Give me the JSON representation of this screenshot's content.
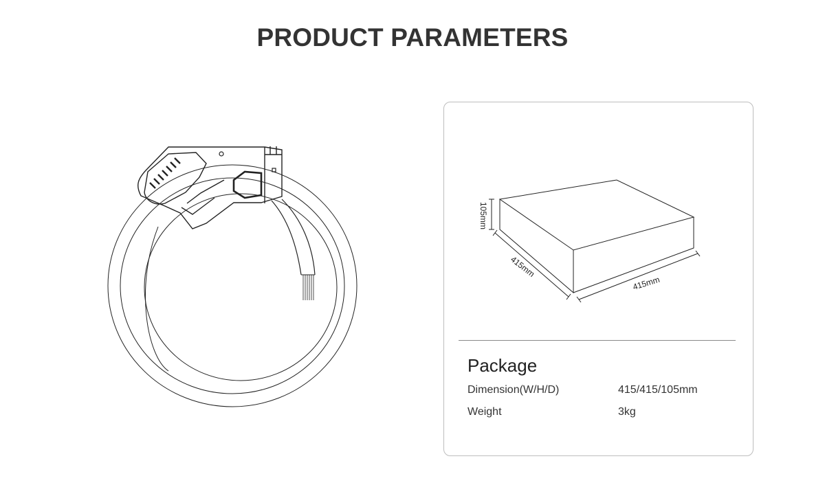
{
  "page": {
    "title": "PRODUCT PARAMETERS"
  },
  "package": {
    "heading": "Package",
    "specs": [
      {
        "label": "Dimension(W/H/D)",
        "value": "415/415/105mm"
      },
      {
        "label": "Weight",
        "value": "3kg"
      }
    ]
  },
  "box_diagram": {
    "height_label": "105mm",
    "depth_label": "415mm",
    "width_label": "415mm"
  }
}
